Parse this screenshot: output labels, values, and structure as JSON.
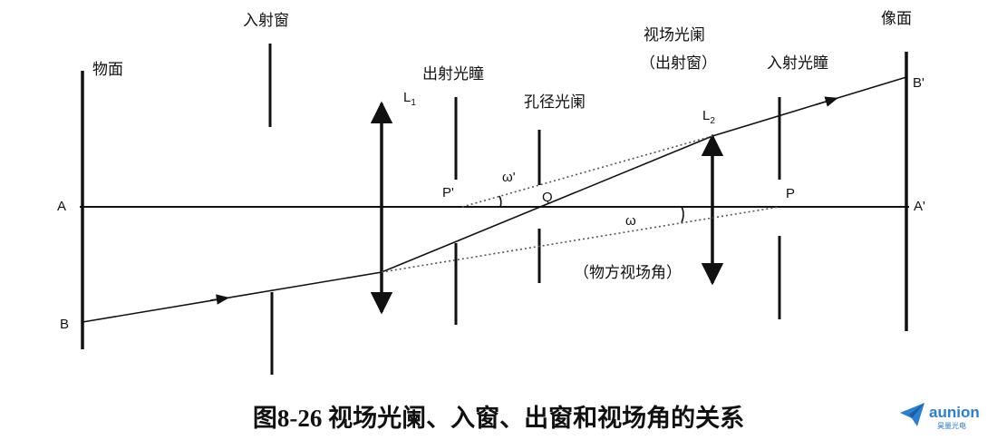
{
  "labels": {
    "object_plane": "物面",
    "entrance_window": "入射窗",
    "exit_pupil": "出射光瞳",
    "field_stop_line1": "视场光阑",
    "field_stop_line2": "（出射窗）",
    "aperture_stop": "孔径光阑",
    "entrance_pupil": "入射光瞳",
    "image_plane": "像面",
    "object_field_angle": "（物方视场角）",
    "lens1": "L",
    "lens1_sub": "1",
    "lens2": "L",
    "lens2_sub": "2",
    "point_a": "A",
    "point_b": "B",
    "point_a_prime": "A'",
    "point_b_prime": "B'",
    "point_p_left": "P'",
    "point_p_right": "P",
    "point_q": "Q",
    "omega": "ω",
    "omega_prime": "ω'"
  },
  "caption": "图8-26 视场光阑、入窗、出窗和视场角的关系",
  "logo": {
    "name": "aunion",
    "subtitle": "昊量光电",
    "color": "#2a7fd4"
  }
}
